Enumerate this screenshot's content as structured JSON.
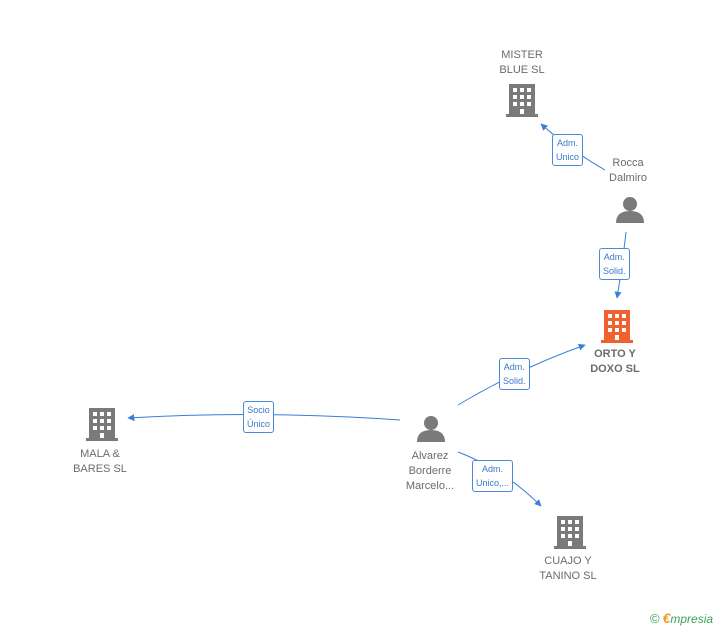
{
  "nodes": {
    "mister_blue": {
      "label": "MISTER\nBLUE  SL",
      "kind": "company"
    },
    "rocca": {
      "label": "Rocca\nDalmiro",
      "kind": "person"
    },
    "orto": {
      "label": "ORTO Y\nDOXO  SL",
      "kind": "company-main"
    },
    "alvarez": {
      "label": "Alvarez\nBorderre\nMarcelo...",
      "kind": "person"
    },
    "mala": {
      "label": "MALA &\nBARES SL",
      "kind": "company"
    },
    "cuajo": {
      "label": "CUAJO Y\nTANINO  SL",
      "kind": "company"
    }
  },
  "edges": {
    "rocca_mister": {
      "label": "Adm.\nUnico"
    },
    "rocca_orto": {
      "label": "Adm.\nSolid."
    },
    "alvarez_orto": {
      "label": "Adm.\nSolid."
    },
    "alvarez_mala": {
      "label": "Socio\nÚnico"
    },
    "alvarez_cuajo": {
      "label": "Adm.\nUnico,..."
    }
  },
  "colors": {
    "edge": "#3a7fd5",
    "company": "#7a7a7a",
    "company_main": "#f0612e",
    "person": "#7a7a7a"
  },
  "brand": {
    "copyright": "©",
    "e": "€",
    "rest": "mpresia"
  }
}
